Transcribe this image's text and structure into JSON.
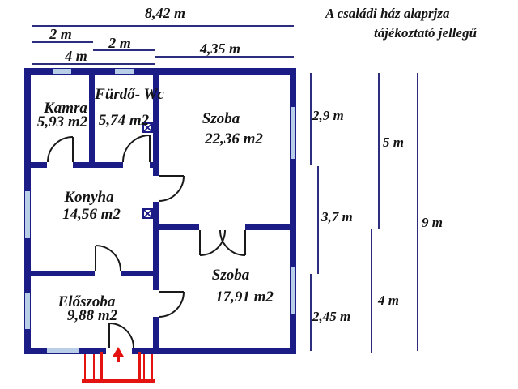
{
  "title": {
    "line1": "A családi ház alaprjza",
    "line2": "tájékoztató jellegű"
  },
  "rooms": [
    {
      "name": "Kamra",
      "area": "5,93 m2"
    },
    {
      "name": "Fürdő- Wc",
      "area": "5,74 m2"
    },
    {
      "name": "Szoba",
      "area": "22,36 m2"
    },
    {
      "name": "Konyha",
      "area": "14,56 m2"
    },
    {
      "name": "Előszoba",
      "area": "9,88 m2"
    },
    {
      "name": "Szoba",
      "area": "17,91 m2"
    }
  ],
  "dims": {
    "top": [
      {
        "label": "8,42 m"
      },
      {
        "label": "2 m"
      },
      {
        "label": "2 m"
      },
      {
        "label": "4 m"
      },
      {
        "label": "4,35 m"
      }
    ],
    "right": [
      {
        "label": "2,9 m"
      },
      {
        "label": "3,7 m"
      },
      {
        "label": "2,45 m"
      },
      {
        "label": "5 m"
      },
      {
        "label": "4 m"
      },
      {
        "label": "9 m"
      }
    ]
  },
  "icons": {
    "vent": "boxed-x-vent-symbol",
    "entrance_arrow": "red-up-arrow"
  },
  "colors": {
    "wall": "#1c1c87",
    "window": "#b9cfe8",
    "dim_line": "#2d2d7d",
    "door": "#1a1a1a",
    "entrance": "#e41310",
    "text": "#141414",
    "background": "#ffffff"
  }
}
